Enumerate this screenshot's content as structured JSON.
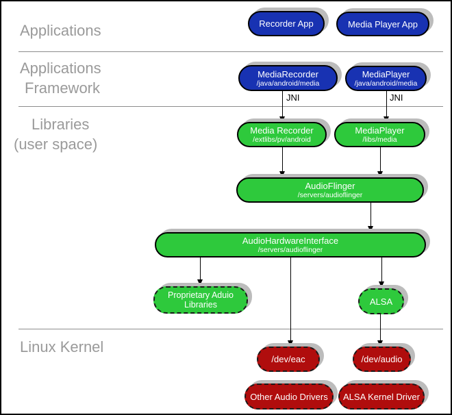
{
  "layers": {
    "applications": {
      "label": "Applications"
    },
    "applications_framework": {
      "label_line1": "Applications",
      "label_line2": "Framework"
    },
    "libraries": {
      "label_line1": "Libraries",
      "label_line2": "(user space)"
    },
    "linux_kernel": {
      "label": "Linux Kernel"
    }
  },
  "nodes": {
    "recorder_app": {
      "label": "Recorder App"
    },
    "media_player_app": {
      "label": "Media Player App"
    },
    "media_recorder_fw": {
      "label": "MediaRecorder",
      "path": "/java/android/media"
    },
    "media_player_fw": {
      "label": "MediaPlayer",
      "path": "/java/android/media"
    },
    "media_recorder_lib": {
      "label": "Media Recorder",
      "path": "/extlibs/pv/android"
    },
    "media_player_lib": {
      "label": "MediaPlayer",
      "path": "/libs/media"
    },
    "audio_flinger": {
      "label": "AudioFlinger",
      "path": "/servers/audioflinger"
    },
    "audio_hardware_interface": {
      "label": "AudioHardwareInterface",
      "path": "/servers/audioflinger"
    },
    "proprietary_audio_libraries": {
      "label_line1": "Proprietary Aduio",
      "label_line2": "Libraries"
    },
    "alsa": {
      "label": "ALSA"
    },
    "dev_eac": {
      "label": "/dev/eac"
    },
    "dev_audio": {
      "label": "/dev/audio"
    },
    "other_audio_drivers": {
      "label": "Other Audio Drivers"
    },
    "alsa_kernel_driver": {
      "label": "ALSA Kernel Driver"
    }
  },
  "annotations": {
    "jni_left": "JNI",
    "jni_right": "JNI"
  },
  "colors": {
    "app_blue": "#1832b2",
    "lib_green": "#2ec93c",
    "kernel_red": "#b00d0d",
    "layer_label_gray": "#9a9a9a",
    "divider_gray": "#8c8c8c",
    "shadow_gray": "#bcbcbc",
    "node_text": "#ffffff"
  }
}
